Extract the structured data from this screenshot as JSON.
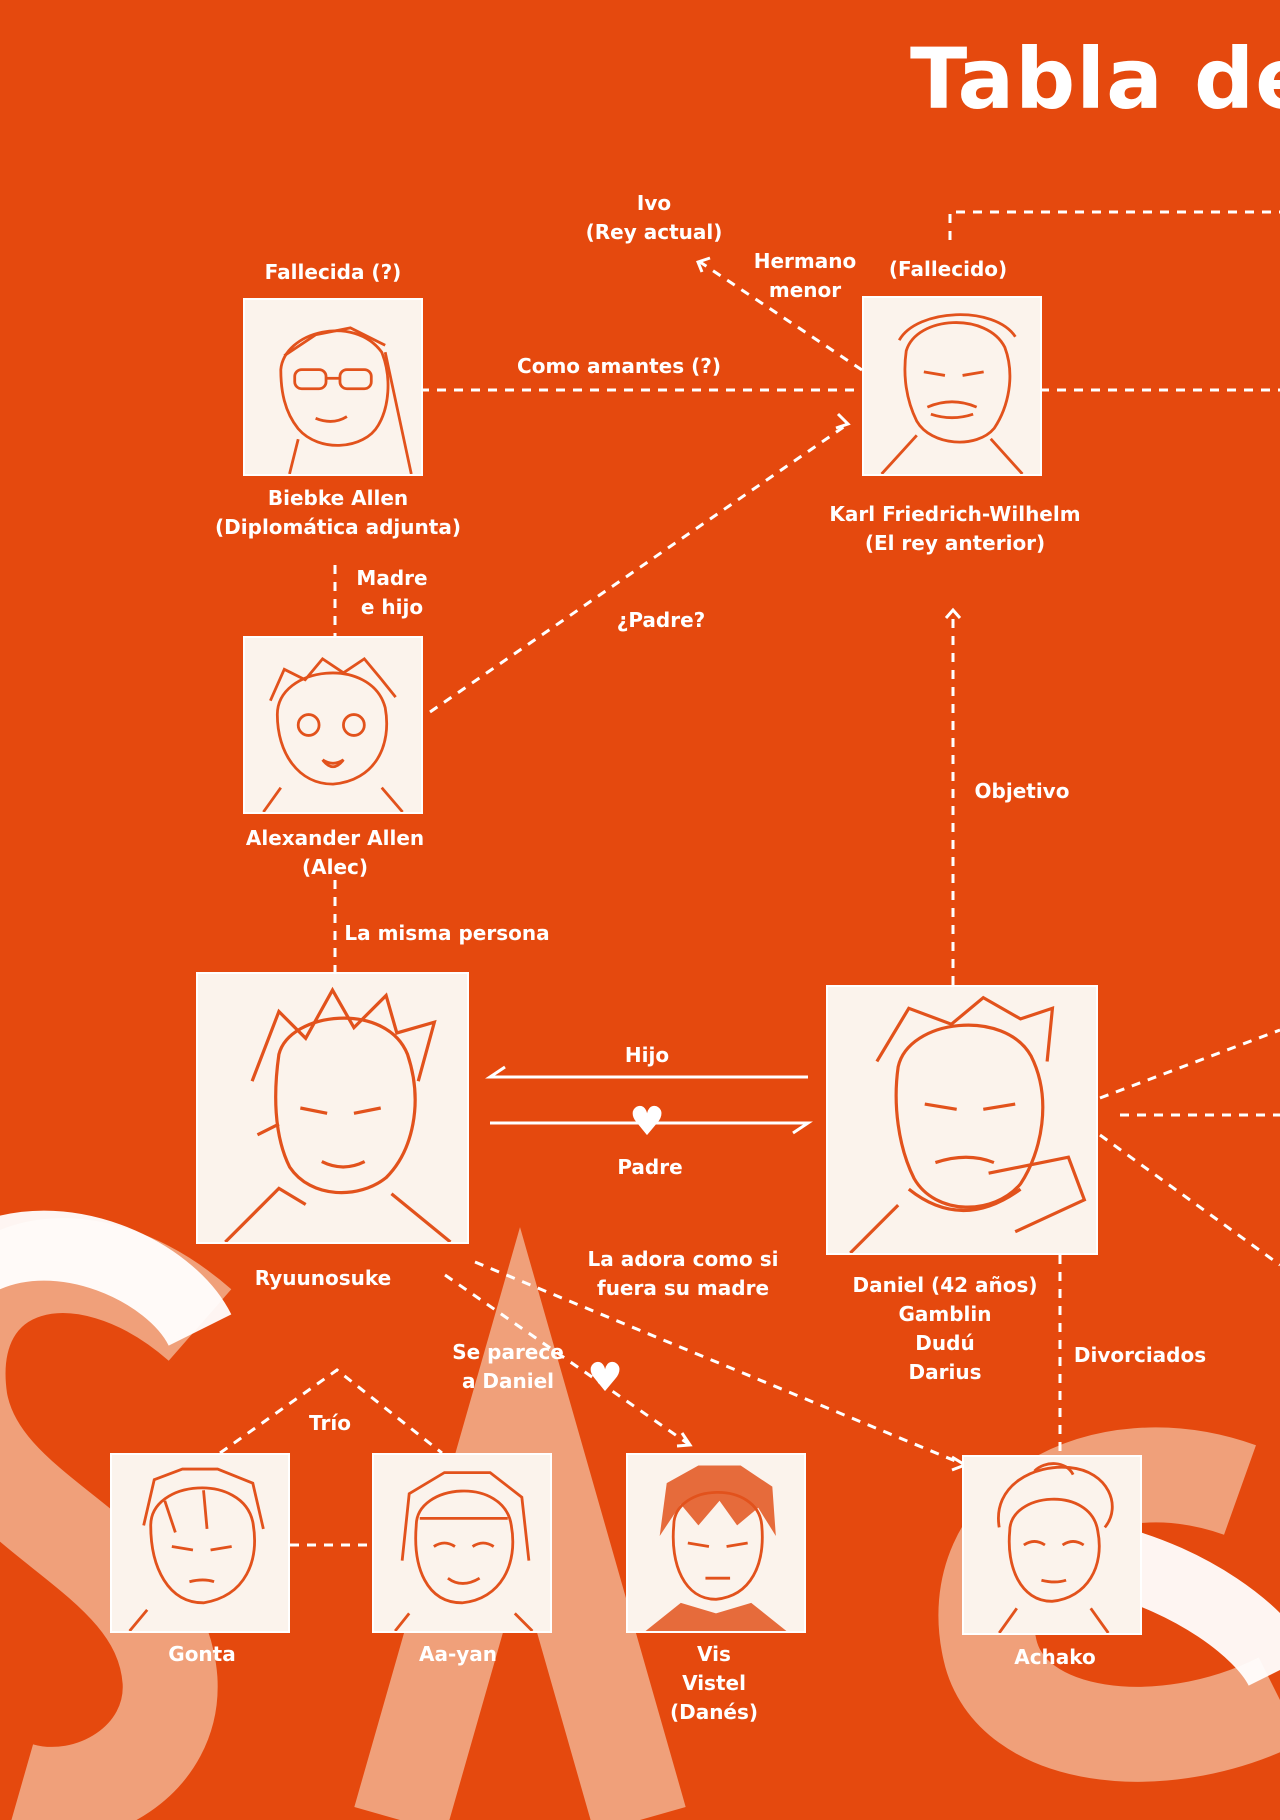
{
  "title": "Tabla de",
  "colors": {
    "background": "#e5490e",
    "line": "#ffffff",
    "portrait": "#fbf3ec",
    "ink": "#e2521c",
    "watermark": "#f0a07a"
  },
  "characters": {
    "biebke": {
      "status": "Fallecida (?)",
      "name": "Biebke Allen",
      "role": "(Diplomática adjunta)"
    },
    "karl": {
      "status": "(Fallecido)",
      "name": "Karl Friedrich-Wilhelm",
      "role": "(El rey anterior)"
    },
    "ivo": {
      "name": "Ivo",
      "role": "(Rey actual)"
    },
    "alec": {
      "name": "Alexander Allen",
      "alias": "(Alec)"
    },
    "ryuu": {
      "name": "Ryuunosuke"
    },
    "daniel": {
      "name": "Daniel (42 años)",
      "alias1": "Gamblin",
      "alias2": "Dudú",
      "alias3": "Darius"
    },
    "gonta": {
      "name": "Gonta"
    },
    "aayan": {
      "name": "Aa-yan"
    },
    "vis": {
      "name": "Vis",
      "alias1": "Vistel",
      "alias2": "(Danés)"
    },
    "achako": {
      "name": "Achako"
    }
  },
  "relations": {
    "younger_brother_1": "Hermano",
    "younger_brother_2": "menor",
    "lovers": "Como amantes (?)",
    "mother_son_1": "Madre",
    "mother_son_2": "e hijo",
    "father_q": "¿Padre?",
    "objective": "Objetivo",
    "same_person": "La misma persona",
    "son": "Hijo",
    "father": "Padre",
    "adores_1": "La adora como si",
    "adores_2": "fuera su madre",
    "resembles_1": "Se parece",
    "resembles_2": "a Daniel",
    "divorced": "Divorciados",
    "trio": "Trío"
  },
  "icons": {
    "heart": "♥"
  }
}
